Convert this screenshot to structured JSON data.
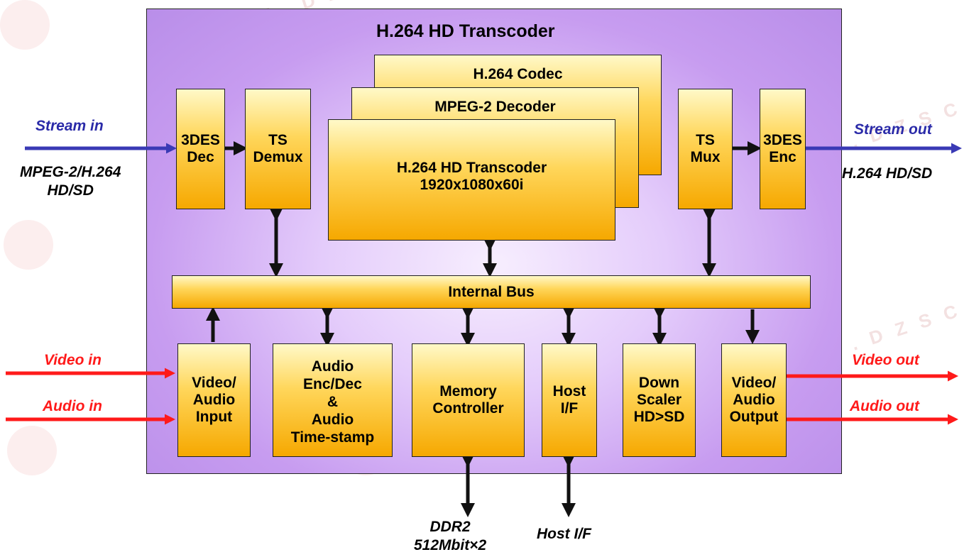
{
  "title": "H.264 HD Transcoder",
  "blocks": {
    "des_dec": "3DES\nDec",
    "ts_demux": "TS\nDemux",
    "codec": "H.264 Codec",
    "mpeg2_decoder": "MPEG-2 Decoder",
    "transcoder": "H.264 HD Transcoder\n1920x1080x60i",
    "ts_mux": "TS\nMux",
    "des_enc": "3DES\nEnc",
    "internal_bus": "Internal Bus",
    "av_input": "Video/\nAudio\nInput",
    "audio_enc_dec": "Audio\nEnc/Dec\n&\nAudio\nTime-stamp",
    "memory_controller": "Memory\nController",
    "host_if": "Host\nI/F",
    "down_scaler": "Down\nScaler\nHD>SD",
    "av_output": "Video/\nAudio\nOutput"
  },
  "labels": {
    "stream_in": "Stream  in",
    "stream_in_format": "MPEG-2/H.264\nHD/SD",
    "stream_out": "Stream out",
    "stream_out_format": "H.264 HD/SD",
    "video_in": "Video in",
    "audio_in": "Audio in",
    "video_out": "Video out",
    "audio_out": "Audio out",
    "ddr2": "DDR2\n512Mbit×2",
    "host_if_ext": "Host I/F"
  },
  "colors": {
    "stream_arrow": "#3a3ab5",
    "av_arrow": "#ff1a1a",
    "internal_arrow": "#111111",
    "panel": "#c79cf0",
    "block": "#ffd65a"
  },
  "watermark": "www.dzsc.com"
}
